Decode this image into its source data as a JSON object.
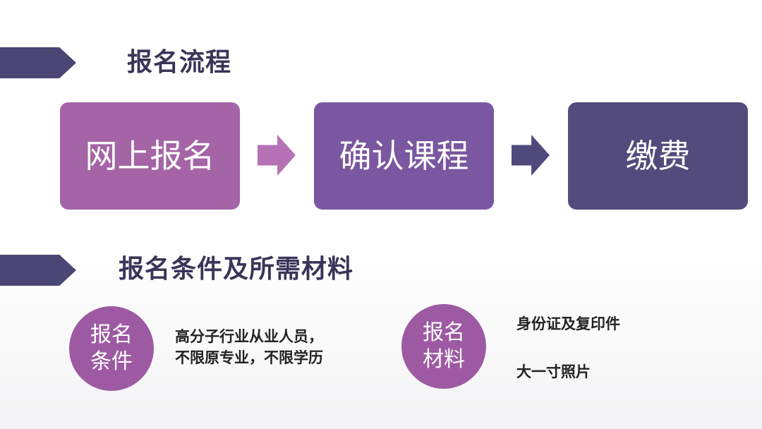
{
  "section_process": {
    "title": "报名流程",
    "steps": [
      {
        "label": "网上报名",
        "color": "#a464a6"
      },
      {
        "label": "确认课程",
        "color": "#7a57a0"
      },
      {
        "label": "缴费",
        "color": "#524b7c"
      }
    ],
    "arrow_colors": [
      "#b572b4",
      "#4f4a7b"
    ]
  },
  "section_requirements": {
    "title": "报名条件及所需材料",
    "conditions": {
      "badge_line1": "报名",
      "badge_line2": "条件",
      "text_line1": "高分子行业从业人员，",
      "text_line2": "不限原专业，不限学历"
    },
    "materials": {
      "badge_line1": "报名",
      "badge_line2": "材料",
      "item1": "身份证及复印件",
      "item2": "大一寸照片"
    }
  },
  "colors": {
    "banner": "#4b4775",
    "title_text": "#3a3558",
    "badge": "#9d5aa3"
  }
}
